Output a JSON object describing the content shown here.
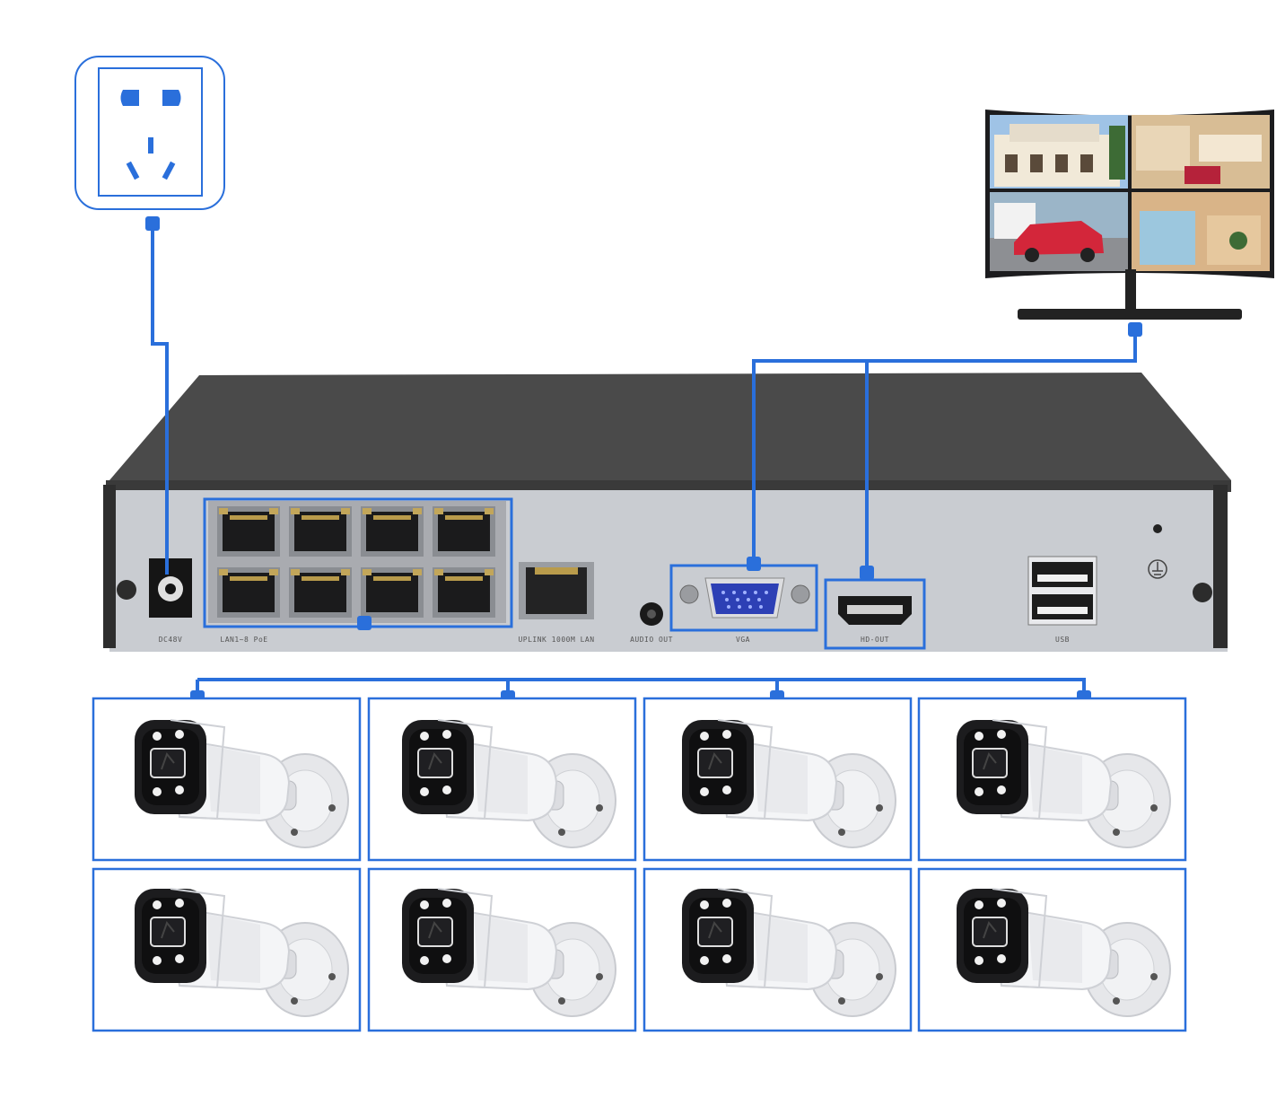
{
  "colors": {
    "accent": "#2a6fdb",
    "nvr_top": "#4a4a4a",
    "nvr_panel": "#c9ccd1",
    "outlet_blue": "#2a6fdb"
  },
  "nvr": {
    "port_labels": {
      "power": "DC48V",
      "lan": "LAN1~8 PoE",
      "uplink": "UPLINK 1000M LAN",
      "audio": "AUDIO OUT",
      "vga": "VGA",
      "hdmi": "HD-OUT",
      "usb": "USB"
    },
    "poe_port_count": 8
  },
  "icons": {
    "outlet": "power-outlet-icon",
    "monitor": "monitor-icon",
    "camera": "bullet-camera-icon",
    "ground": "ground-symbol-icon"
  },
  "cameras": [
    {
      "id": "cam-1"
    },
    {
      "id": "cam-2"
    },
    {
      "id": "cam-3"
    },
    {
      "id": "cam-4"
    },
    {
      "id": "cam-5"
    },
    {
      "id": "cam-6"
    },
    {
      "id": "cam-7"
    },
    {
      "id": "cam-8"
    }
  ]
}
